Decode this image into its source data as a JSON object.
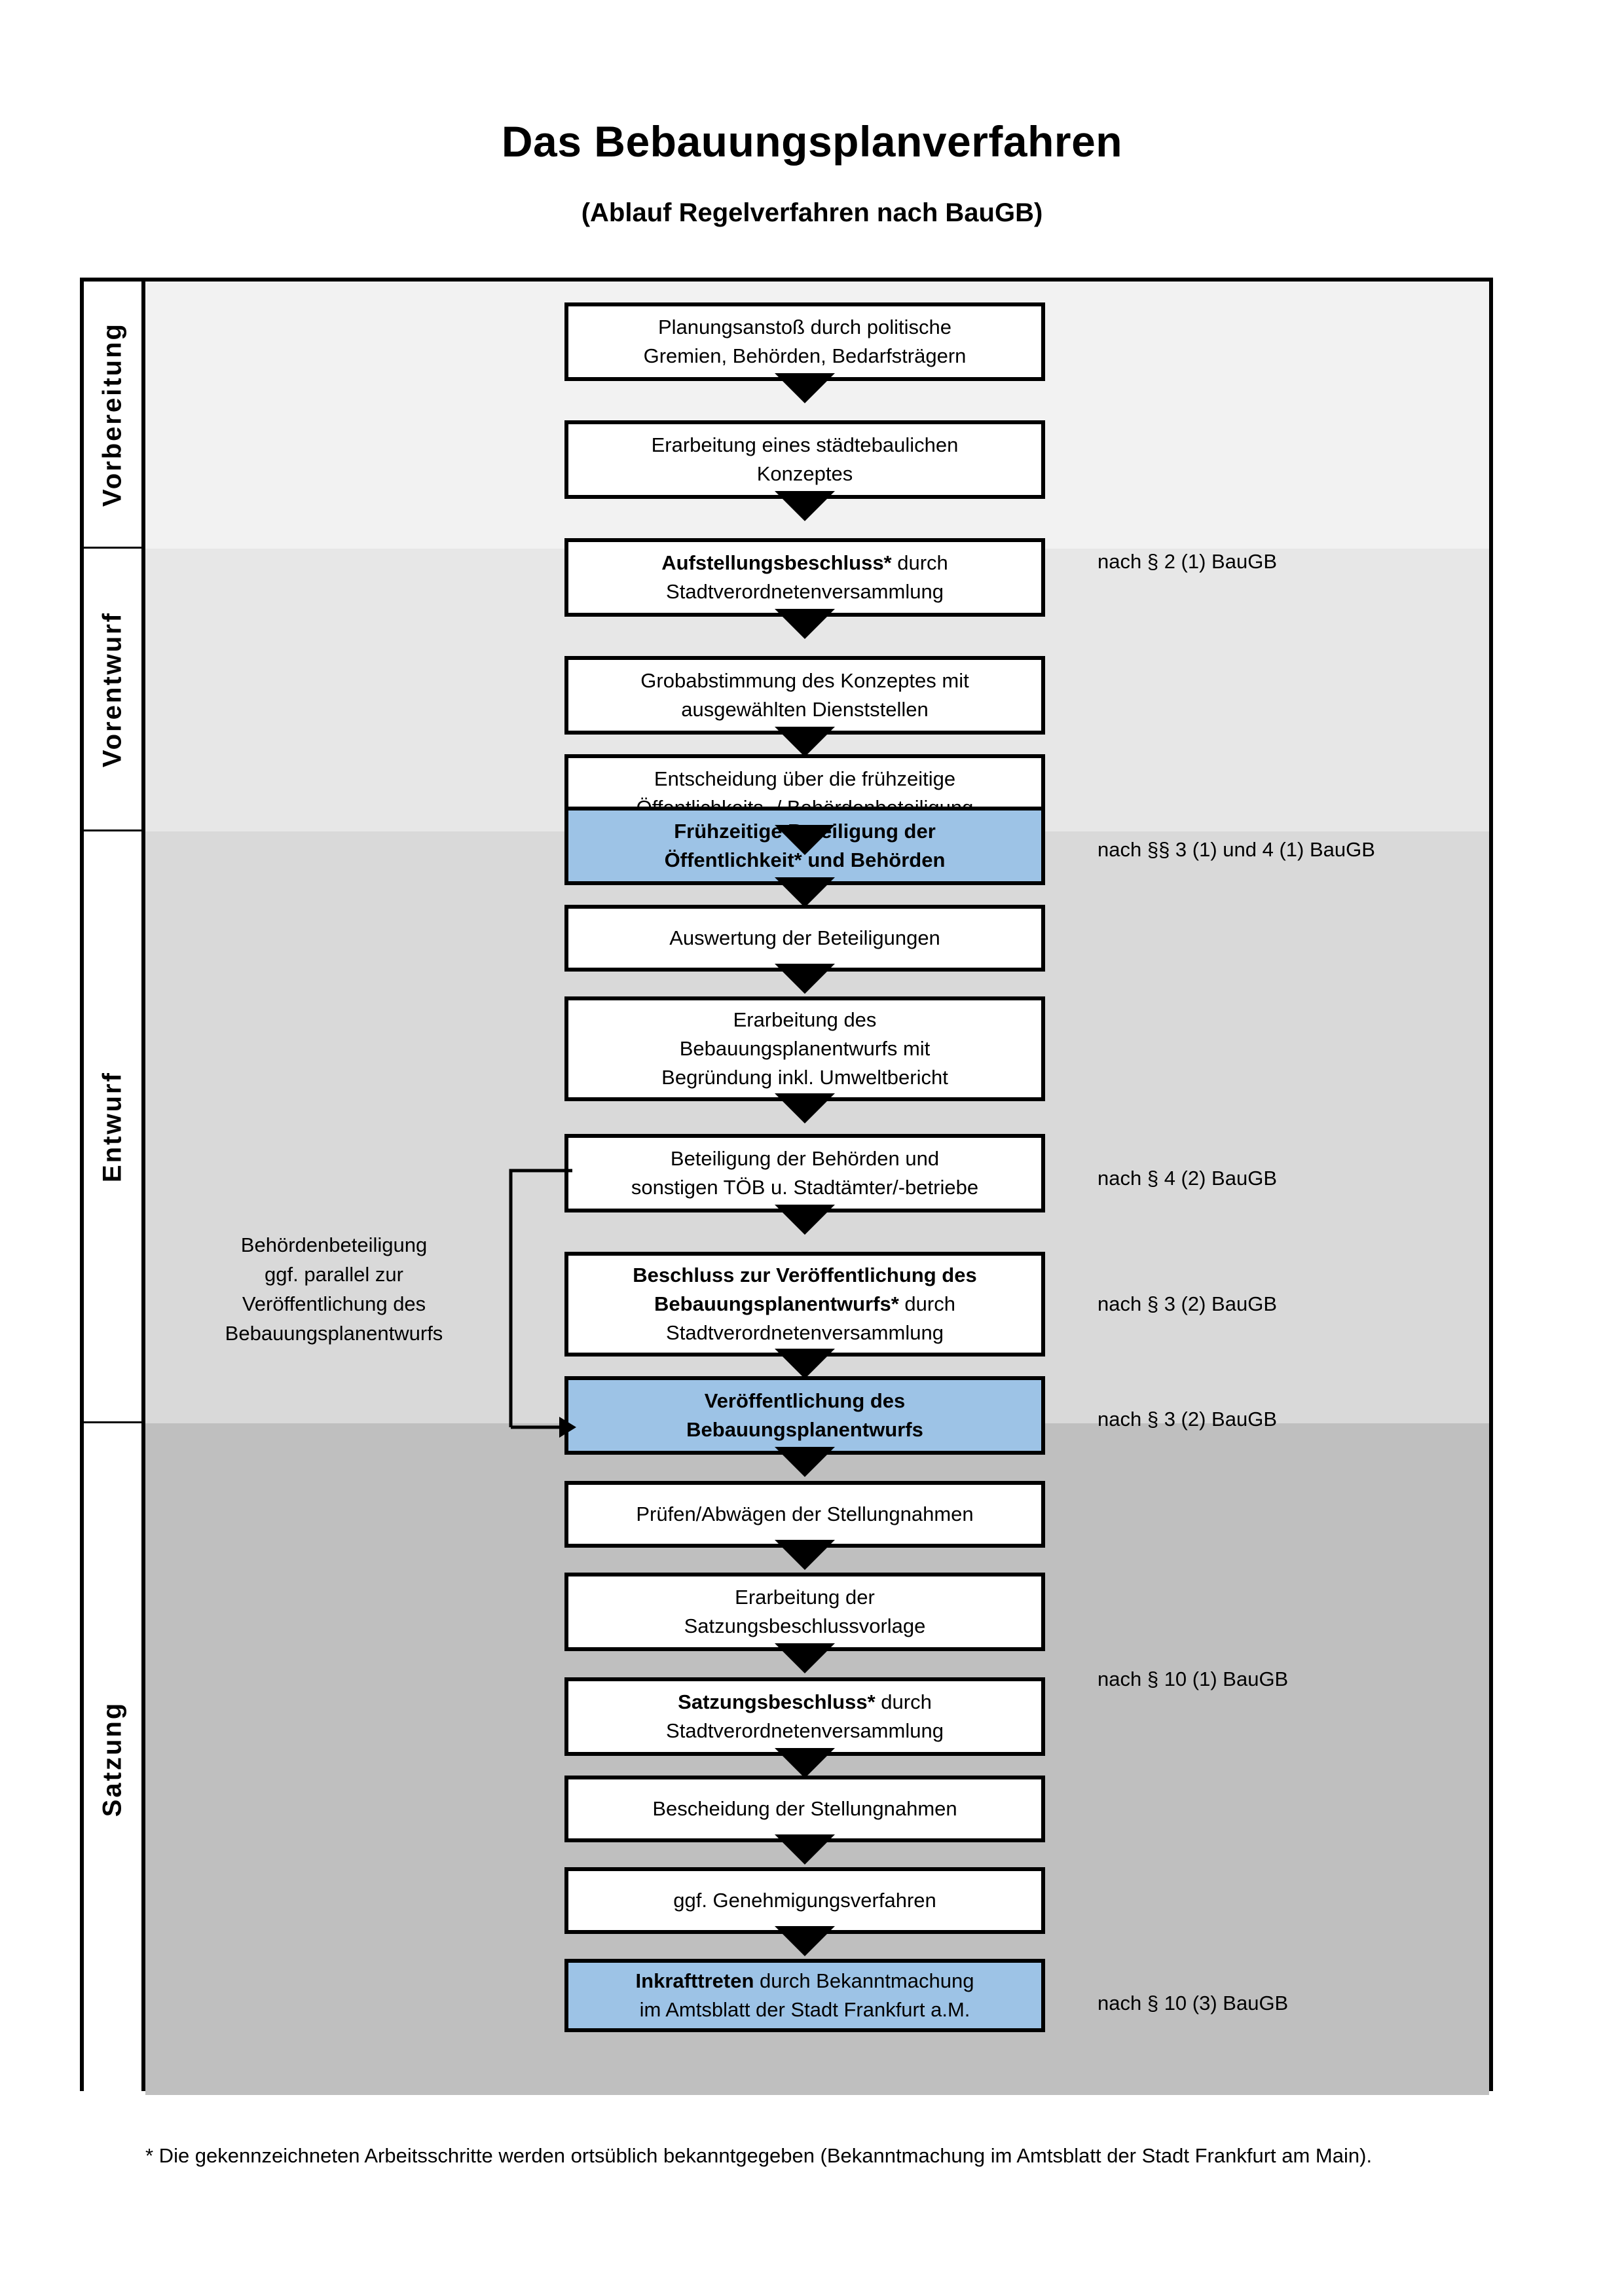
{
  "document": {
    "title": "Das Bebauungsplanverfahren",
    "subtitle": "(Ablauf Regelverfahren nach BauGB)",
    "footnote": "* Die gekennzeichneten Arbeitsschritte werden ortsüblich bekanntgegeben (Bekanntmachung im Amtsblatt  der Stadt Frankfurt am Main)."
  },
  "colors": {
    "highlight": "#9DC3E6",
    "band_vorbereitung": "#F2F2F2",
    "band_vorentwurf": "#E7E7E7",
    "band_entwurf": "#D9D9D9",
    "band_satzung": "#BFBFBF",
    "outline": "#000000"
  },
  "phases": [
    {
      "label": "Vorbereitung",
      "background": "#F2F2F2"
    },
    {
      "label": "Vorentwurf",
      "background": "#E7E7E7"
    },
    {
      "label": "Entwurf",
      "background": "#D9D9D9"
    },
    {
      "label": "Satzung",
      "background": "#BFBFBF"
    }
  ],
  "flow_steps": [
    {
      "id": "planungsanstoss",
      "lines": [
        "Planungsanstoß durch politische",
        "Gremien, Behörden, Bedarfsträgern"
      ],
      "bold_prefix": "",
      "highlight": false,
      "phase": "Vorbereitung"
    },
    {
      "id": "staedtebauliches-konzept",
      "lines": [
        "Erarbeitung eines städtebaulichen",
        "Konzeptes"
      ],
      "bold_prefix": "",
      "highlight": false,
      "phase": "Vorbereitung"
    },
    {
      "id": "aufstellungsbeschluss",
      "lines": [
        "Aufstellungsbeschluss* durch",
        "Stadtverordnetenversammlung"
      ],
      "bold_prefix": "Aufstellungsbeschluss*",
      "highlight": false,
      "phase": "Vorbereitung"
    },
    {
      "id": "grobabstimmung",
      "lines": [
        "Grobabstimmung des Konzeptes mit",
        "ausgewählten Dienststellen"
      ],
      "bold_prefix": "",
      "highlight": false,
      "phase": "Vorentwurf"
    },
    {
      "id": "entscheidung-fruehzeitige-beteiligung",
      "lines": [
        "Entscheidung über die frühzeitige",
        "Öffentlichkeits- / Behördenbeteiligung"
      ],
      "bold_prefix": "",
      "highlight": false,
      "phase": "Vorentwurf"
    },
    {
      "id": "fruehzeitige-beteiligung",
      "lines": [
        "Frühzeitige Beteiligung der",
        "Öffentlichkeit* und Behörden"
      ],
      "bold_prefix": "all",
      "highlight": true,
      "phase": "Vorentwurf"
    },
    {
      "id": "auswertung-beteiligungen",
      "lines": [
        "Auswertung der Beteiligungen"
      ],
      "bold_prefix": "",
      "highlight": false,
      "phase": "Entwurf"
    },
    {
      "id": "erarbeitung-bebauungsplanentwurf",
      "lines": [
        "Erarbeitung des",
        "Bebauungsplanentwurfs mit",
        "Begründung inkl. Umweltbericht"
      ],
      "bold_prefix": "",
      "highlight": false,
      "phase": "Entwurf"
    },
    {
      "id": "beteiligung-behoerden-toeb",
      "lines": [
        "Beteiligung der Behörden und",
        "sonstigen TÖB u. Stadtämter/-betriebe"
      ],
      "bold_prefix": "",
      "highlight": false,
      "phase": "Entwurf"
    },
    {
      "id": "beschluss-veroeffentlichung",
      "lines": [
        "Beschluss zur Veröffentlichung des",
        "Bebauungsplanentwurfs* durch",
        "Stadtverordnetenversammlung"
      ],
      "bold_prefix": "Beschluss zur Veröffentlichung des Bebauungsplanentwurfs*",
      "highlight": false,
      "phase": "Entwurf"
    },
    {
      "id": "veroeffentlichung-bebauungsplanentwurf",
      "lines": [
        "Veröffentlichung des",
        "Bebauungsplanentwurfs"
      ],
      "bold_prefix": "all",
      "highlight": true,
      "phase": "Entwurf"
    },
    {
      "id": "pruefen-abwaegen",
      "lines": [
        "Prüfen/Abwägen der Stellungnahmen"
      ],
      "bold_prefix": "",
      "highlight": false,
      "phase": "Satzung"
    },
    {
      "id": "erarbeitung-satzungsbeschlussvorlage",
      "lines": [
        "Erarbeitung der",
        "Satzungsbeschlussvorlage"
      ],
      "bold_prefix": "",
      "highlight": false,
      "phase": "Satzung"
    },
    {
      "id": "satzungsbeschluss",
      "lines": [
        "Satzungsbeschluss* durch",
        "Stadtverordnetenversammlung"
      ],
      "bold_prefix": "Satzungsbeschluss*",
      "highlight": false,
      "phase": "Satzung"
    },
    {
      "id": "bescheidung-stellungnahmen",
      "lines": [
        "Bescheidung der Stellungnahmen"
      ],
      "bold_prefix": "",
      "highlight": false,
      "phase": "Satzung"
    },
    {
      "id": "genehmigungsverfahren",
      "lines": [
        "ggf. Genehmigungsverfahren"
      ],
      "bold_prefix": "",
      "highlight": false,
      "phase": "Satzung"
    },
    {
      "id": "inkrafttreten",
      "lines": [
        "Inkrafttreten durch Bekanntmachung",
        "im Amtsblatt der Stadt Frankfurt a.M."
      ],
      "bold_prefix": "Inkrafttreten",
      "highlight": true,
      "phase": "Satzung"
    }
  ],
  "legal_notes": [
    {
      "id": "note-par2-1",
      "text": "nach § 2 (1) BauGB"
    },
    {
      "id": "note-par3-4-1",
      "text": "nach §§ 3 (1) und 4 (1) BauGB"
    },
    {
      "id": "note-par4-2",
      "text": "nach § 4 (2) BauGB"
    },
    {
      "id": "note-par3-2-a",
      "text": "nach § 3 (2) BauGB"
    },
    {
      "id": "note-par3-2-b",
      "text": "nach § 3 (2) BauGB"
    },
    {
      "id": "note-par10-1",
      "text": "nach § 10 (1) BauGB"
    },
    {
      "id": "note-par10-3",
      "text": "nach § 10 (3) BauGB"
    }
  ],
  "side_note": {
    "lines": [
      "Behördenbeteiligung",
      "ggf. parallel zur",
      "Veröffentlichung des",
      "Bebauungsplanentwurfs"
    ]
  }
}
